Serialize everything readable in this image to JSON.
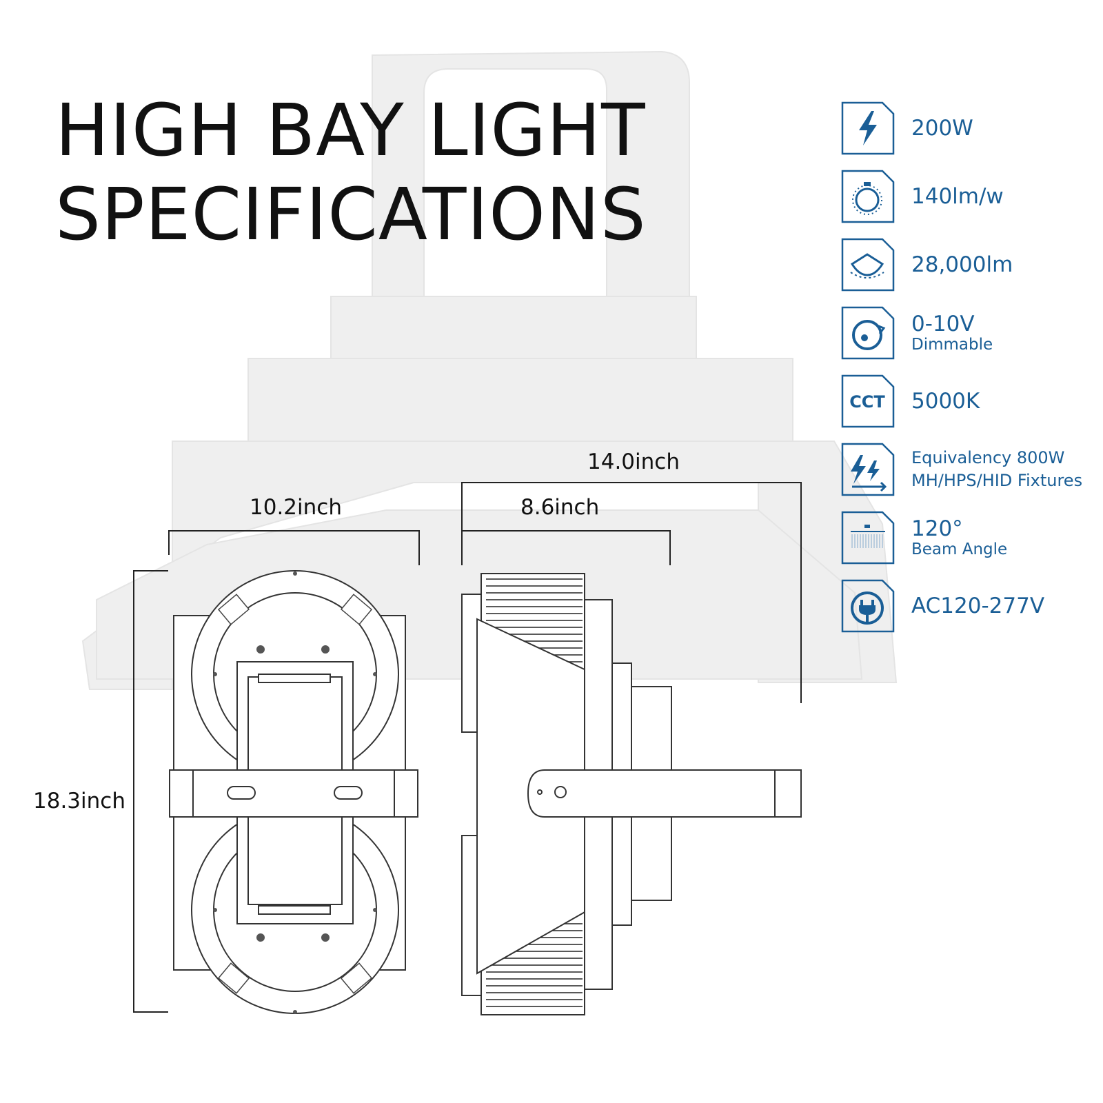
{
  "title": {
    "line1": "HIGH BAY LIGHT",
    "line2": "SPECIFICATIONS"
  },
  "dimensions": {
    "width_front": "10.2inch",
    "depth_total": "14.0inch",
    "depth_body": "8.6inch",
    "height": "18.3inch"
  },
  "specs": [
    {
      "icon": "lightning-bolt-icon",
      "value": "200W"
    },
    {
      "icon": "efficacy-bulb-icon",
      "value": "140lm/w"
    },
    {
      "icon": "lumen-output-icon",
      "value": "28,000lm"
    },
    {
      "icon": "dimmer-knob-icon",
      "value": "0-10V",
      "detail": "Dimmable"
    },
    {
      "icon": "cct-icon",
      "icon_text": "CCT",
      "value": "5000K"
    },
    {
      "icon": "equivalency-icon",
      "value": "Equivalency 800W",
      "detail": "MH/HPS/HID Fixtures"
    },
    {
      "icon": "beam-angle-icon",
      "value": "120°",
      "detail": "Beam Angle"
    },
    {
      "icon": "power-plug-icon",
      "value": "AC120-277V"
    }
  ],
  "colors": {
    "accent": "#1a5e96",
    "text": "#111111",
    "drawing": "#333333",
    "ghost": "#f0f0f0"
  }
}
